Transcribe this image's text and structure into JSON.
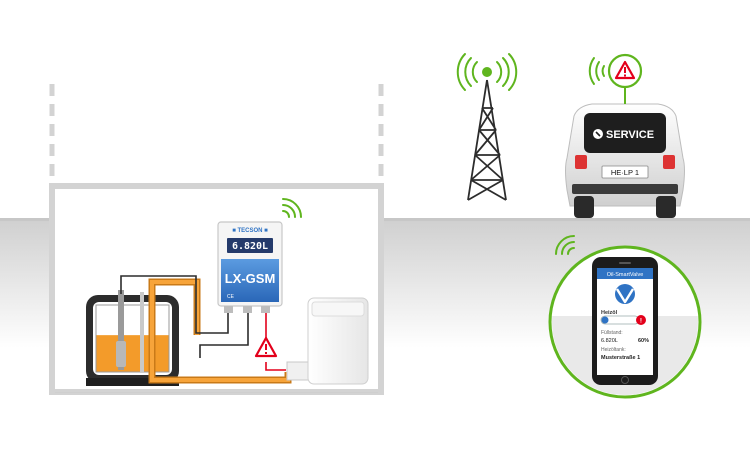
{
  "device": {
    "brand": "■ TECSON ■",
    "display_value": "6.820L",
    "model": "LX-GSM",
    "ce_mark": "CE"
  },
  "van": {
    "service_label": "SERVICE",
    "license_plate": "HE·LP 1"
  },
  "phone": {
    "app_title": "Oil-SmartValve",
    "product_label": "Heizöl",
    "fill_label": "Füllstand:",
    "fill_value": "6.820L",
    "fill_percent": "60%",
    "tank_label": "Heizöltank:",
    "tank_name": "Musterstraße 1",
    "alert_badge": "!"
  },
  "tank": {
    "fill_percent": 55
  },
  "colors": {
    "alarm_red": "#e3001b",
    "signal_green": "#5fb51e",
    "oil_orange": "#f39b2a",
    "device_blue": "#2f73c4",
    "ground_gray": "#d9d9d9"
  },
  "icons": [
    "radio-waves-icon",
    "warning-triangle-icon",
    "wrench-icon",
    "gsm-tower-icon"
  ]
}
